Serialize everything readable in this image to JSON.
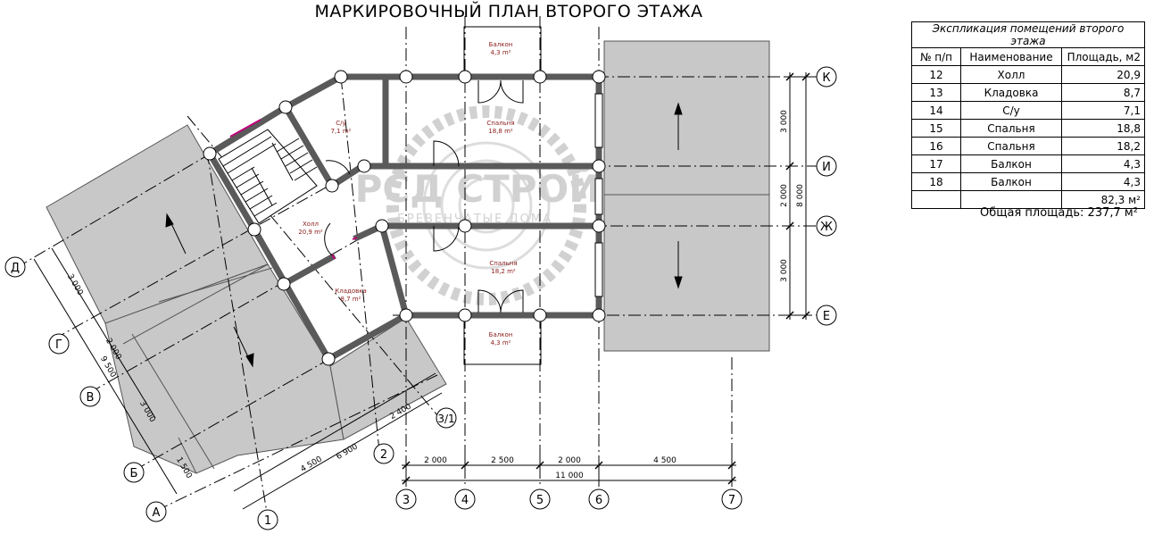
{
  "title": "МАРКИРОВОЧНЫЙ ПЛАН ВТОРОГО ЭТАЖА",
  "explication": {
    "caption": "Экспликация помещений второго этажа",
    "headers": [
      "№ п/п",
      "Наименование",
      "Площадь, м2"
    ],
    "rows": [
      {
        "num": "12",
        "name": "Холл",
        "area": "20,9"
      },
      {
        "num": "13",
        "name": "Кладовка",
        "area": "8,7"
      },
      {
        "num": "14",
        "name": "С/у",
        "area": "7,1"
      },
      {
        "num": "15",
        "name": "Спальня",
        "area": "18,8"
      },
      {
        "num": "16",
        "name": "Спальня",
        "area": "18,2"
      },
      {
        "num": "17",
        "name": "Балкон",
        "area": "4,3"
      },
      {
        "num": "18",
        "name": "Балкон",
        "area": "4,3"
      }
    ],
    "subtotal": "82,3 м²"
  },
  "total_area": "Общая площадь: 237,7 м²",
  "watermark": {
    "brand": "РСД СТРОЙ",
    "tagline": "БРЕВЕНЧАТЫЕ ДОМА"
  },
  "rooms": {
    "balcony_top": {
      "name": "Балкон",
      "area": "4,3 m²"
    },
    "bedroom_top": {
      "name": "Спальня",
      "area": "18,8 m²"
    },
    "wc": {
      "name": "С/у",
      "area": "7,1 m²"
    },
    "hall": {
      "name": "Холл",
      "area": "20,9 m²"
    },
    "bedroom_bottom": {
      "name": "Спальня",
      "area": "18,2 m²"
    },
    "storage": {
      "name": "Кладовка",
      "area": "8,7 m²"
    },
    "balcony_bottom": {
      "name": "Балкон",
      "area": "4,3 m²"
    }
  },
  "axes": {
    "right_letters": [
      "К",
      "И",
      "Ж",
      "Е"
    ],
    "left_letters": [
      "Д",
      "Г",
      "В",
      "Б",
      "А"
    ],
    "bottom_numbers": [
      "3",
      "4",
      "5",
      "6",
      "7"
    ],
    "diagonal_numbers": [
      "1",
      "2",
      "3/1"
    ]
  },
  "dimensions": {
    "bottom_segments": [
      "2 000",
      "2 500",
      "2 000",
      "4 500"
    ],
    "bottom_total": "11 000",
    "right_segments": [
      "3 000",
      "2 000",
      "3 000"
    ],
    "right_total": "8 000",
    "left_segments": [
      "3 000",
      "2 000",
      "3 000",
      "1 500"
    ],
    "left_total": "9 500",
    "diag_segments": [
      "4 500",
      "2 400"
    ],
    "diag_total": "6 900"
  },
  "colors": {
    "roof": "#c8c8c8",
    "wall": "#5a5a5a",
    "accent": "#c0007a",
    "room_text": "#8b1a1a"
  }
}
